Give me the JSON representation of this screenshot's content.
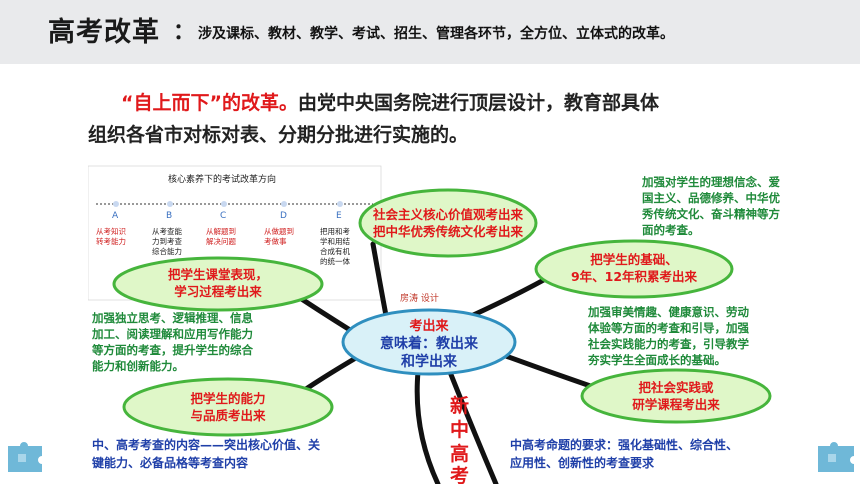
{
  "header": {
    "title": "高考改革",
    "colon": "：",
    "subtitle": "涉及课标、教材、教学、考试、招生、管理各环节，全方位、立体式的改革。"
  },
  "lead": {
    "quote": "“自上而下”的改革。",
    "line1_rest": "由党中央国务院进行顶层设计，教育部具体",
    "line2": "组织各省市对标对表、分期分批进行实施的。"
  },
  "inset": {
    "title": "核心素养下的考试改革方向",
    "letters": [
      "A",
      "B",
      "C",
      "D",
      "E"
    ],
    "red_items": [
      "从考知识转考能力",
      "从解题到解决问题",
      "从做题到考做事"
    ],
    "col_b": [
      "从考查能",
      "力到考查",
      "综合能力"
    ],
    "col_a": [
      "从考知识",
      "转考能力"
    ],
    "col_c": [
      "从解题到",
      "解决问题"
    ],
    "col_d": [
      "从做题到",
      "考做事"
    ],
    "col_e": [
      "把用和考",
      "学和用结",
      "合成有机",
      "的统一体"
    ]
  },
  "center": {
    "top": "考出来",
    "mid": "意味着：教出来",
    "bot": "和学出来"
  },
  "author": "房涛   设计",
  "vertical": [
    "新",
    "中",
    "高",
    "考"
  ],
  "bubbles": {
    "values": [
      "社会主义核心价值观考出来",
      "把中华优秀传统文化考出来"
    ],
    "foundation": [
      "把学生的基础、",
      "9年、12年积累考出来"
    ],
    "classroom": [
      "把学生课堂表现，",
      "学习过程考出来"
    ],
    "ability": [
      "把学生的能力",
      "与品质考出来"
    ],
    "practice": [
      "把社会实践或",
      "研学课程考出来"
    ]
  },
  "green_texts": {
    "top_right": [
      "加强对学生的理想信念、爱",
      "国主义、品德修养、中华优",
      "秀传统文化、奋斗精神等方",
      "面的考查。"
    ],
    "left": [
      "加强独立思考、逻辑推理、信息",
      "加工、阅读理解和应用写作能力",
      "等方面的考查，提升学生的综合",
      "能力和创新能力。"
    ],
    "right": [
      "加强审美情趣、健康意识、劳动",
      "体验等方面的考查和引导，加强",
      "社会实践能力的考查，引导教学",
      "夯实学生全面成长的基础。"
    ]
  },
  "blue_texts": {
    "left": [
      "中、高考考查的内容——突出核心价值、关",
      "键能力、必备品格等考查内容"
    ],
    "right": [
      "中高考命题的要求：强化基础性、综合性、",
      "应用性、创新性的考查要求"
    ]
  },
  "colors": {
    "header_bg": "#e9eaec",
    "bubble_fill": "#dff7c8",
    "bubble_stroke": "#46b53c",
    "bubble_text": "#e0191b",
    "green_text": "#1f8a3a",
    "blue_text": "#1f3fa8",
    "center_fill": "#d9f1f8",
    "center_stroke": "#2f8fbf"
  }
}
